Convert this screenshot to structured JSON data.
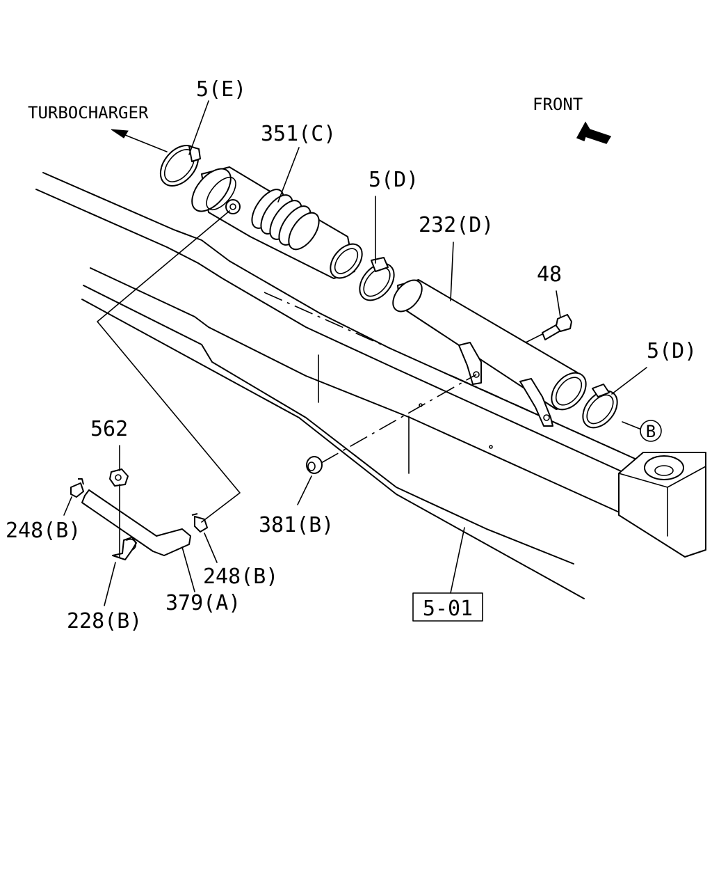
{
  "direction_labels": {
    "turbocharger": "TURBOCHARGER",
    "front": "FRONT"
  },
  "callouts": {
    "clamp_e": "5(E)",
    "hose_351": "351(C)",
    "clamp_d_top": "5(D)",
    "pipe_232": "232(D)",
    "bolt_48": "48",
    "clamp_d_right": "5(D)",
    "ref_b": "B",
    "nut_562": "562",
    "clip_248_left": "248(B)",
    "clip_248_right": "248(B)",
    "hose_379": "379(A)",
    "bracket_228": "228(B)",
    "grommet_381": "381(B)",
    "frame_ref": "5-01"
  },
  "icons": [
    "front-arrow-icon",
    "turbocharger-direction-arrow-icon"
  ]
}
